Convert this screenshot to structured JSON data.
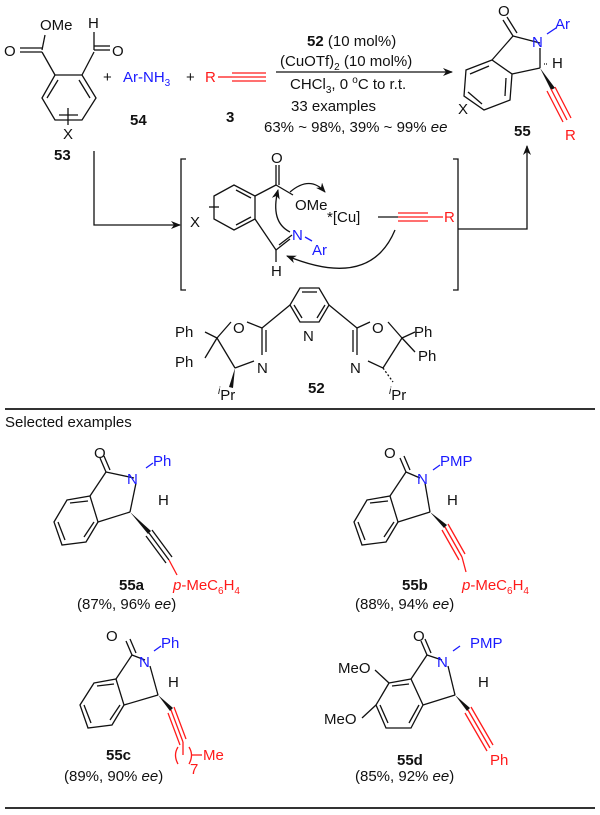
{
  "reaction": {
    "reactants": [
      {
        "id": "53",
        "label": "53",
        "substituent": "X",
        "ester_group": "OMe",
        "aldehyde_h": "H",
        "carbonyl_o": "O"
      },
      {
        "id": "54",
        "label": "54",
        "formula": "Ar-NH3",
        "formula_main": "Ar-NH",
        "formula_sub": "3"
      },
      {
        "id": "3",
        "label": "3",
        "group": "R"
      }
    ],
    "plus": "+",
    "conditions": {
      "catalyst_label": "52",
      "catalyst_loading": " (10 mol%)",
      "copper": "(CuOTf)",
      "copper_sub": "2",
      "copper_loading": " (10 mol%)",
      "solvent": "CHCl",
      "solvent_sub": "3",
      "temperature": ", 0 ",
      "degree": "o",
      "temperature_tail": "C to r.t.",
      "examples": "33 examples",
      "yield_range": "63% ~ 98%, 39% ~ 99% ",
      "ee": "ee"
    },
    "product": {
      "id": "55",
      "label": "55",
      "n_sub": "Ar",
      "o": "O",
      "n": "N",
      "h": "H",
      "x": "X",
      "r": "R"
    }
  },
  "intermediate": {
    "x": "X",
    "o": "O",
    "ome": "OMe",
    "cu": "*[Cu]",
    "n": "N",
    "ar": "Ar",
    "h": "H",
    "r": "R"
  },
  "ligand": {
    "label": "52",
    "ph": "Ph",
    "o": "O",
    "n": "N",
    "ipr_sup": "i",
    "ipr": "Pr"
  },
  "selected_examples": {
    "heading": "Selected examples",
    "items": [
      {
        "label": "55a",
        "n_sub": "Ph",
        "alkyne_sub_prefix": "p",
        "alkyne_sub": "-MeC",
        "alkyne_sub_6": "6",
        "alkyne_sub_h": "H",
        "alkyne_sub_4": "4",
        "yield": "(87%, 96% ",
        "ee": "ee",
        "close": ")"
      },
      {
        "label": "55b",
        "n_sub": "PMP",
        "alkyne_sub_prefix": "p",
        "alkyne_sub": "-MeC",
        "alkyne_sub_6": "6",
        "alkyne_sub_h": "H",
        "alkyne_sub_4": "4",
        "yield": "(88%, 94% ",
        "ee": "ee",
        "close": ")"
      },
      {
        "label": "55c",
        "n_sub": "Ph",
        "chain_repeat": "7",
        "chain_end": "Me",
        "yield": "(89%, 90% ",
        "ee": "ee",
        "close": ")"
      },
      {
        "label": "55d",
        "n_sub": "PMP",
        "ring_subs": [
          "MeO",
          "MeO"
        ],
        "alkyne_end": "Ph",
        "yield": "(85%, 92% ",
        "ee": "ee",
        "close": ")"
      }
    ]
  },
  "colors": {
    "amine": "#1a1aff",
    "alkyne": "#ff1a1a",
    "text": "#111111"
  }
}
